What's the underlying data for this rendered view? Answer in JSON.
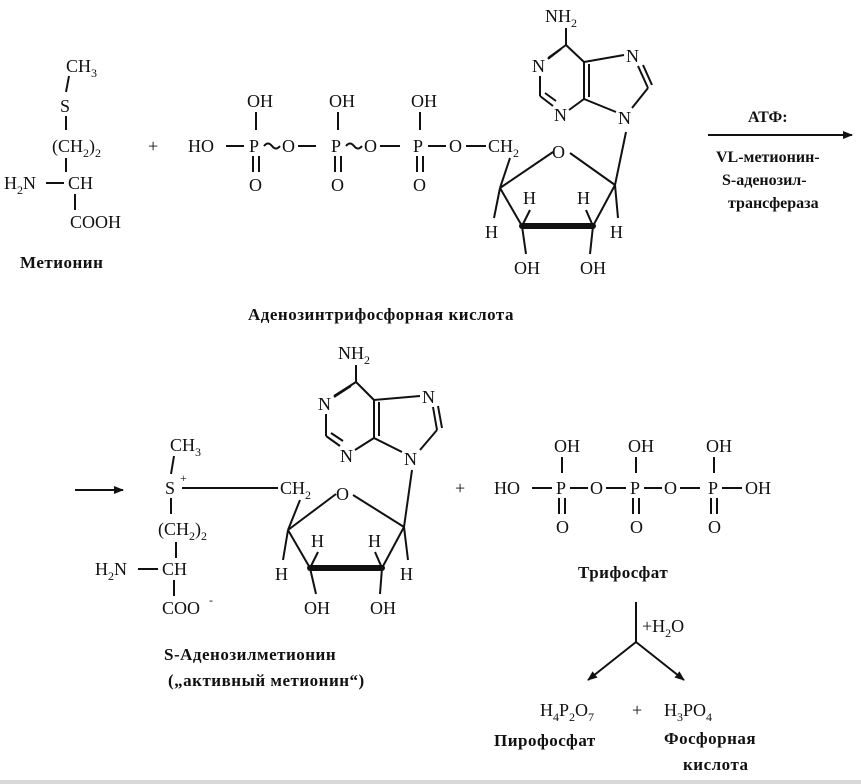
{
  "methionine": {
    "ch3": "CH",
    "ch3_sub": "3",
    "s": "S",
    "ch2_open": "(CH",
    "ch2_sub": "2",
    "ch2_close": ")",
    "ch2_n": "2",
    "h2n_h": "H",
    "h2n_sub": "2",
    "h2n_n": "N",
    "ch": "CH",
    "cooh": "COOH",
    "name": "Метионин"
  },
  "atp": {
    "plus": "+",
    "ho": "HO",
    "oh": "OH",
    "p": "P",
    "o": "O",
    "o_double": "O",
    "ch2": "CH",
    "ch2_sub": "2",
    "nh2": "NH",
    "nh2_sub": "2",
    "n": "N",
    "h": "H",
    "name": "Аденозинтрифосфорная кислота"
  },
  "enzyme": {
    "line1": "АТФ:",
    "line2": "VL-метионин-",
    "line3": "S-аденозил-",
    "line4": "трансфераза"
  },
  "sam": {
    "ch3": "CH",
    "ch3_sub": "3",
    "s": "S",
    "charge_plus": "+",
    "ch2_open": "(CH",
    "ch2_sub": "2",
    "ch2_close": ")",
    "ch2_n": "2",
    "h2n_h": "H",
    "h2n_sub": "2",
    "h2n_n": "N",
    "ch": "CH",
    "coo": "COO",
    "charge_minus": "-",
    "ch2": "CH",
    "ch2b_sub": "2",
    "nh2": "NH",
    "nh2_sub": "2",
    "n": "N",
    "o": "O",
    "h": "H",
    "oh": "OH",
    "name": "S-Аденозилметионин",
    "name2": "(„активный метионин“)"
  },
  "triphosphate": {
    "plus": "+",
    "ho": "HO",
    "oh": "OH",
    "p": "P",
    "o": "O",
    "name": "Трифосфат"
  },
  "hydrolysis": {
    "reagent": "+H",
    "reagent_sub": "2",
    "reagent_o": "O",
    "plus": "+",
    "pyro_h": "H",
    "pyro_h_sub": "4",
    "pyro_p": "P",
    "pyro_p_sub": "2",
    "pyro_o": "O",
    "pyro_o_sub": "7",
    "phos_h": "H",
    "phos_h_sub": "3",
    "phos_rest": "PO",
    "phos_o_sub": "4",
    "pyro_name": "Пирофосфат",
    "phos_name1": "Фосфорная",
    "phos_name2": "кислота"
  }
}
